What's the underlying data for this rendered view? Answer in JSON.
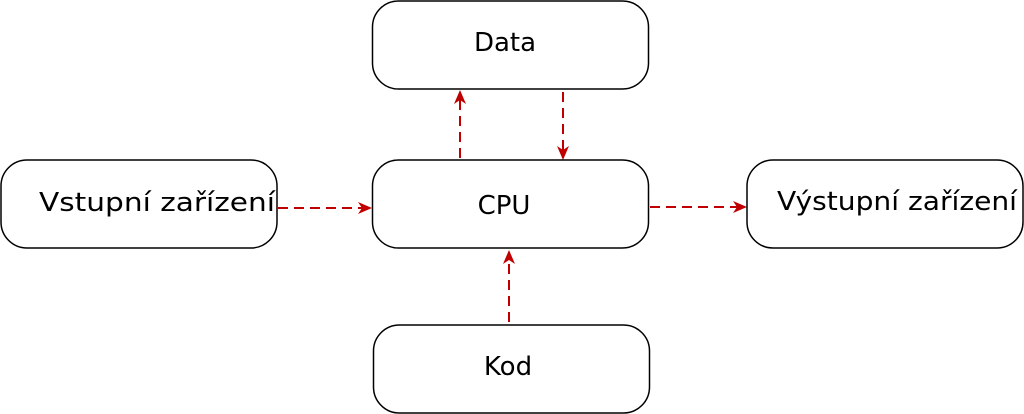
{
  "diagram": {
    "colors": {
      "arrow": "#c00000",
      "node_border": "#000000",
      "node_fill": "#ffffff"
    },
    "nodes": {
      "data": {
        "label": "Data"
      },
      "cpu": {
        "label": "CPU"
      },
      "input": {
        "label": "Vstupní zařízení"
      },
      "output": {
        "label": "Výstupní zařízení"
      },
      "code": {
        "label": "Kod"
      }
    },
    "edges": [
      {
        "from": "cpu",
        "to": "data"
      },
      {
        "from": "data",
        "to": "cpu"
      },
      {
        "from": "input",
        "to": "cpu"
      },
      {
        "from": "cpu",
        "to": "output"
      },
      {
        "from": "code",
        "to": "cpu"
      }
    ]
  }
}
